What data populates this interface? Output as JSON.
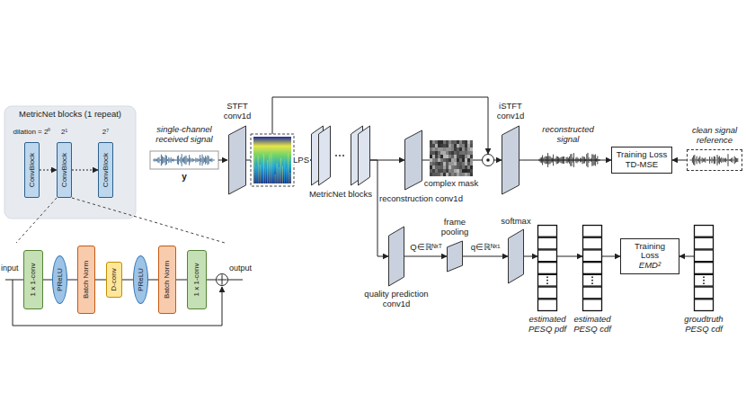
{
  "diagram": {
    "nodes": [
      {
        "text": [
          "MetricNet blocks (1 repeat)"
        ]
      },
      {
        "text": [
          "ConvBlock"
        ],
        "in": 0
      },
      {
        "text": [
          "ConvBlock"
        ],
        "in": 0
      },
      {
        "text": [
          "ConvBlock"
        ],
        "in": 0
      },
      {
        "text": [
          "1 x 1-conv"
        ]
      },
      {
        "text": [
          "PReLU"
        ]
      },
      {
        "text": [
          "Batch Norm"
        ]
      },
      {
        "text": [
          "D-conv"
        ]
      },
      {
        "text": [
          "PReLU"
        ]
      },
      {
        "text": [
          "Batch Norm"
        ]
      },
      {
        "text": [
          "1 x 1-conv"
        ]
      },
      {
        "text": [
          "STFT conv1d"
        ]
      },
      {
        "text": [
          "MetricNet blocks"
        ]
      },
      {
        "text": [
          "reconstruction conv1d"
        ]
      },
      {
        "text": [
          "iSTFT conv1d"
        ]
      },
      {
        "text": [
          "Training Loss TD-MSE"
        ]
      },
      {
        "text": [
          "clean signal reference"
        ]
      },
      {
        "text": [
          "quality prediction conv1d"
        ]
      },
      {
        "text": [
          "frame pooling"
        ]
      },
      {
        "text": [
          "softmax"
        ]
      },
      {
        "text": [
          "estimated PESQ pdf"
        ]
      },
      {
        "text": [
          "estimated PESQ cdf"
        ]
      },
      {
        "text": [
          "Training Loss",
          "EMD²"
        ]
      },
      {
        "text": [
          "groudtruth PESQ cdf"
        ]
      }
    ],
    "edges": [
      {
        "from": 1,
        "to": 2,
        "arrow": "to"
      },
      {
        "from": 2,
        "to": 3,
        "arrow": "to"
      },
      {
        "from": 4,
        "to": 5,
        "arrow": "none"
      },
      {
        "from": 5,
        "to": 6,
        "arrow": "none"
      },
      {
        "from": 6,
        "to": 7,
        "arrow": "none"
      },
      {
        "from": 7,
        "to": 8,
        "arrow": "none"
      },
      {
        "from": 8,
        "to": 9,
        "arrow": "none"
      },
      {
        "from": 9,
        "to": 10,
        "arrow": "none"
      },
      {
        "from": 11,
        "to": 12,
        "label": "LPS",
        "arrow": "to"
      },
      {
        "from": 12,
        "to": 13,
        "arrow": "to"
      },
      {
        "from": 13,
        "to": 14,
        "arrow": "to"
      },
      {
        "from": 14,
        "to": 15,
        "arrow": "to"
      },
      {
        "from": 16,
        "to": 15,
        "arrow": "to"
      },
      {
        "from": 12,
        "to": 17,
        "arrow": "to"
      },
      {
        "from": 17,
        "to": 18,
        "label": "Q∈ℝᴺˣᵀ",
        "arrow": "to"
      },
      {
        "from": 18,
        "to": 19,
        "label": "q∈ℝᴺˣ¹",
        "arrow": "to"
      },
      {
        "from": 19,
        "to": 20,
        "arrow": "to"
      },
      {
        "from": 20,
        "to": 21,
        "arrow": "to"
      },
      {
        "from": 21,
        "to": 22,
        "arrow": "to"
      },
      {
        "from": 23,
        "to": 22,
        "arrow": "to"
      }
    ],
    "labels": [
      "dilation = 2⁰",
      "2¹",
      "2⁷",
      "input",
      "output",
      "single-channel received signal",
      "y",
      "complex mask",
      "reconstructed signal"
    ]
  }
}
